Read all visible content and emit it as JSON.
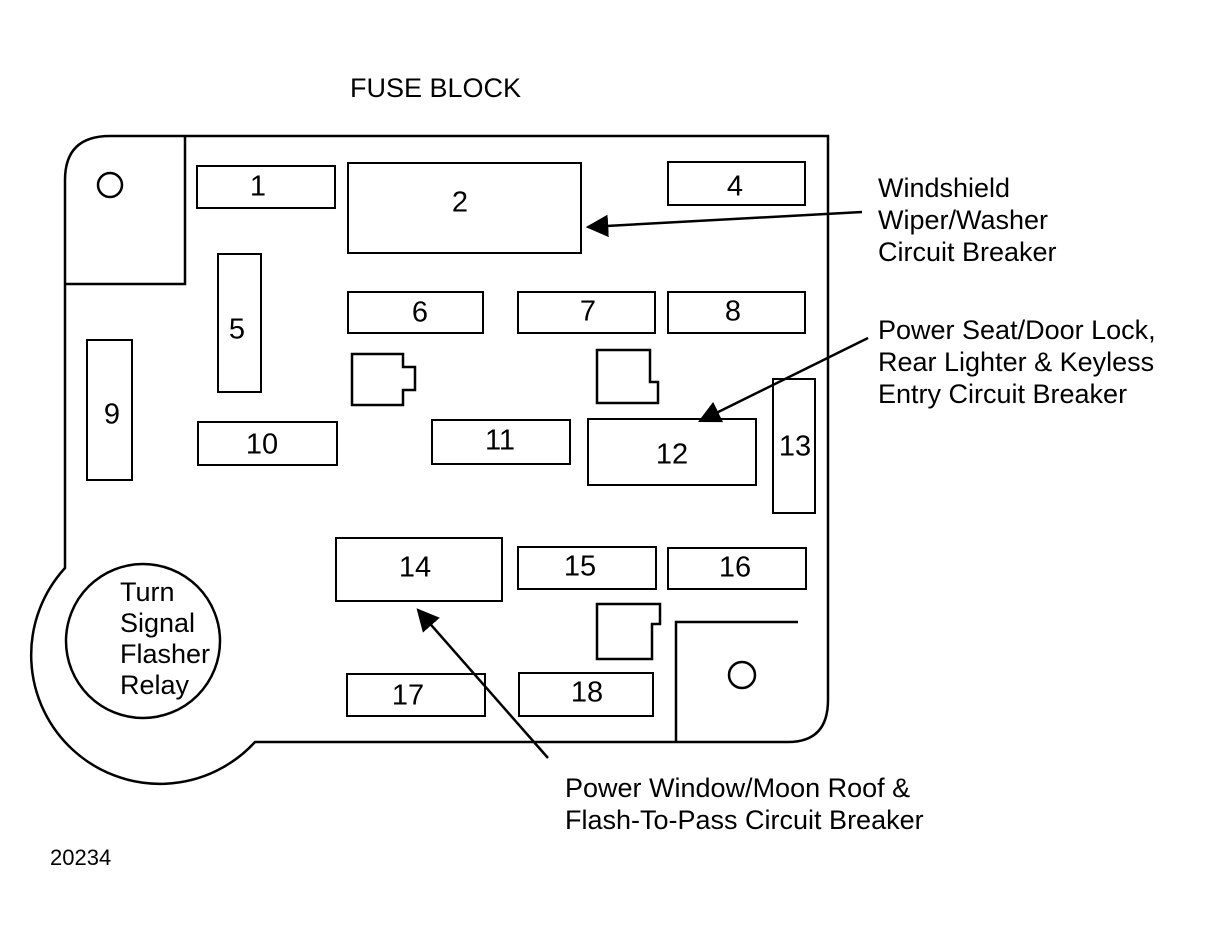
{
  "title": "FUSE BLOCK",
  "fuses": [
    {
      "id": "1",
      "label": "1"
    },
    {
      "id": "2",
      "label": "2"
    },
    {
      "id": "4",
      "label": "4"
    },
    {
      "id": "5",
      "label": "5"
    },
    {
      "id": "6",
      "label": "6"
    },
    {
      "id": "7",
      "label": "7"
    },
    {
      "id": "8",
      "label": "8"
    },
    {
      "id": "9",
      "label": "9"
    },
    {
      "id": "10",
      "label": "10"
    },
    {
      "id": "11",
      "label": "11"
    },
    {
      "id": "12",
      "label": "12"
    },
    {
      "id": "13",
      "label": "13"
    },
    {
      "id": "14",
      "label": "14"
    },
    {
      "id": "15",
      "label": "15"
    },
    {
      "id": "16",
      "label": "16"
    },
    {
      "id": "17",
      "label": "17"
    },
    {
      "id": "18",
      "label": "18"
    }
  ],
  "flasher": {
    "lines": [
      "Turn",
      "Signal",
      "Flasher",
      "Relay"
    ]
  },
  "callouts": {
    "wiper": {
      "lines": [
        "Windshield",
        "Wiper/Washer",
        "Circuit Breaker"
      ],
      "points_to": "2"
    },
    "power_seat": {
      "lines": [
        "Power Seat/Door Lock,",
        "Rear Lighter & Keyless",
        "Entry Circuit Breaker"
      ],
      "points_to": "12"
    },
    "power_window": {
      "lines": [
        "Power Window/Moon Roof &",
        "Flash-To-Pass Circuit Breaker"
      ],
      "points_to": "14"
    }
  },
  "reference_number": "20234"
}
